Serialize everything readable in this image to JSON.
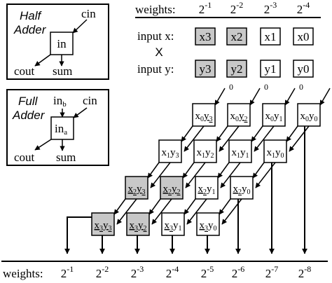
{
  "legend": {
    "half_adder": {
      "title_line1": "Half",
      "title_line2": "Adder",
      "in_label": "in",
      "cin_label": "cin",
      "cout_label": "cout",
      "sum_label": "sum"
    },
    "full_adder": {
      "title_line1": "Full",
      "title_line2": "Adder",
      "inb_base": "in",
      "inb_sub": "b",
      "ina_base": "in",
      "ina_sub": "a",
      "cin_label": "cin",
      "cout_label": "cout",
      "sum_label": "sum"
    }
  },
  "inputs_table": {
    "weights_label": "weights:",
    "weights": [
      {
        "base": "2",
        "exp": "-1"
      },
      {
        "base": "2",
        "exp": "-2"
      },
      {
        "base": "2",
        "exp": "-3"
      },
      {
        "base": "2",
        "exp": "-4"
      }
    ],
    "input_x_label": "input x:",
    "input_y_label": "input y:",
    "times_symbol": "X",
    "x_cells": [
      {
        "label": "x3",
        "shaded": true
      },
      {
        "label": "x2",
        "shaded": true
      },
      {
        "label": "x1",
        "shaded": false
      },
      {
        "label": "x0",
        "shaded": false
      }
    ],
    "y_cells": [
      {
        "label": "y3",
        "shaded": true
      },
      {
        "label": "y2",
        "shaded": true
      },
      {
        "label": "y1",
        "shaded": false
      },
      {
        "label": "y0",
        "shaded": false
      }
    ]
  },
  "multiplier_array": {
    "zero_label": "0",
    "shaded_color": "#c8c8c8",
    "cells": [
      {
        "x": "x",
        "xs": "0",
        "y": "y",
        "ys": "3",
        "uline": "y",
        "shaded": false
      },
      {
        "x": "x",
        "xs": "0",
        "y": "y",
        "ys": "2",
        "uline": "y",
        "shaded": false
      },
      {
        "x": "x",
        "xs": "0",
        "y": "y",
        "ys": "1",
        "uline": "none",
        "shaded": false
      },
      {
        "x": "x",
        "xs": "0",
        "y": "y",
        "ys": "0",
        "uline": "none",
        "shaded": false
      },
      {
        "x": "x",
        "xs": "1",
        "y": "y",
        "ys": "3",
        "uline": "none",
        "shaded": false
      },
      {
        "x": "x",
        "xs": "1",
        "y": "y",
        "ys": "2",
        "uline": "none",
        "shaded": false
      },
      {
        "x": "x",
        "xs": "1",
        "y": "y",
        "ys": "1",
        "uline": "none",
        "shaded": false
      },
      {
        "x": "x",
        "xs": "1",
        "y": "y",
        "ys": "0",
        "uline": "none",
        "shaded": false
      },
      {
        "x": "x",
        "xs": "2",
        "y": "y",
        "ys": "3",
        "uline": "xy",
        "shaded": true
      },
      {
        "x": "x",
        "xs": "2",
        "y": "y",
        "ys": "2",
        "uline": "xy",
        "shaded": true
      },
      {
        "x": "x",
        "xs": "2",
        "y": "y",
        "ys": "1",
        "uline": "x",
        "shaded": false
      },
      {
        "x": "x",
        "xs": "2",
        "y": "y",
        "ys": "0",
        "uline": "x",
        "shaded": false
      },
      {
        "x": "x",
        "xs": "3",
        "y": "y",
        "ys": "3",
        "uline": "xy",
        "shaded": true
      },
      {
        "x": "x",
        "xs": "3",
        "y": "y",
        "ys": "2",
        "uline": "xy",
        "shaded": true
      },
      {
        "x": "x",
        "xs": "3",
        "y": "y",
        "ys": "1",
        "uline": "x",
        "shaded": false
      },
      {
        "x": "x",
        "xs": "3",
        "y": "y",
        "ys": "0",
        "uline": "x",
        "shaded": false
      }
    ]
  },
  "output_weights": {
    "label": "weights:",
    "weights": [
      {
        "base": "2",
        "exp": "-1"
      },
      {
        "base": "2",
        "exp": "-2"
      },
      {
        "base": "2",
        "exp": "-3"
      },
      {
        "base": "2",
        "exp": "-4"
      },
      {
        "base": "2",
        "exp": "-5"
      },
      {
        "base": "2",
        "exp": "-6"
      },
      {
        "base": "2",
        "exp": "-7"
      },
      {
        "base": "2",
        "exp": "-8"
      }
    ]
  }
}
